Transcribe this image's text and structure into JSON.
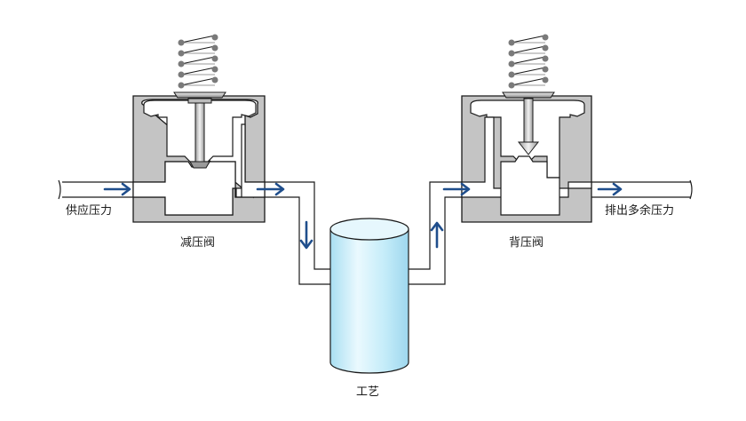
{
  "labels": {
    "supply_pressure": "供应压力",
    "reducing_valve": "减压阀",
    "process": "工艺",
    "back_pressure_valve": "背压阀",
    "exhaust_pressure": "排出多余压力"
  },
  "colors": {
    "valve_body": "#c4c4c4",
    "outline": "#1a1a1a",
    "arrow": "#1f4e8c",
    "tank_fill": "#cfeefa",
    "tank_top": "#e6f7fd",
    "spring": "#8c8c8c"
  }
}
